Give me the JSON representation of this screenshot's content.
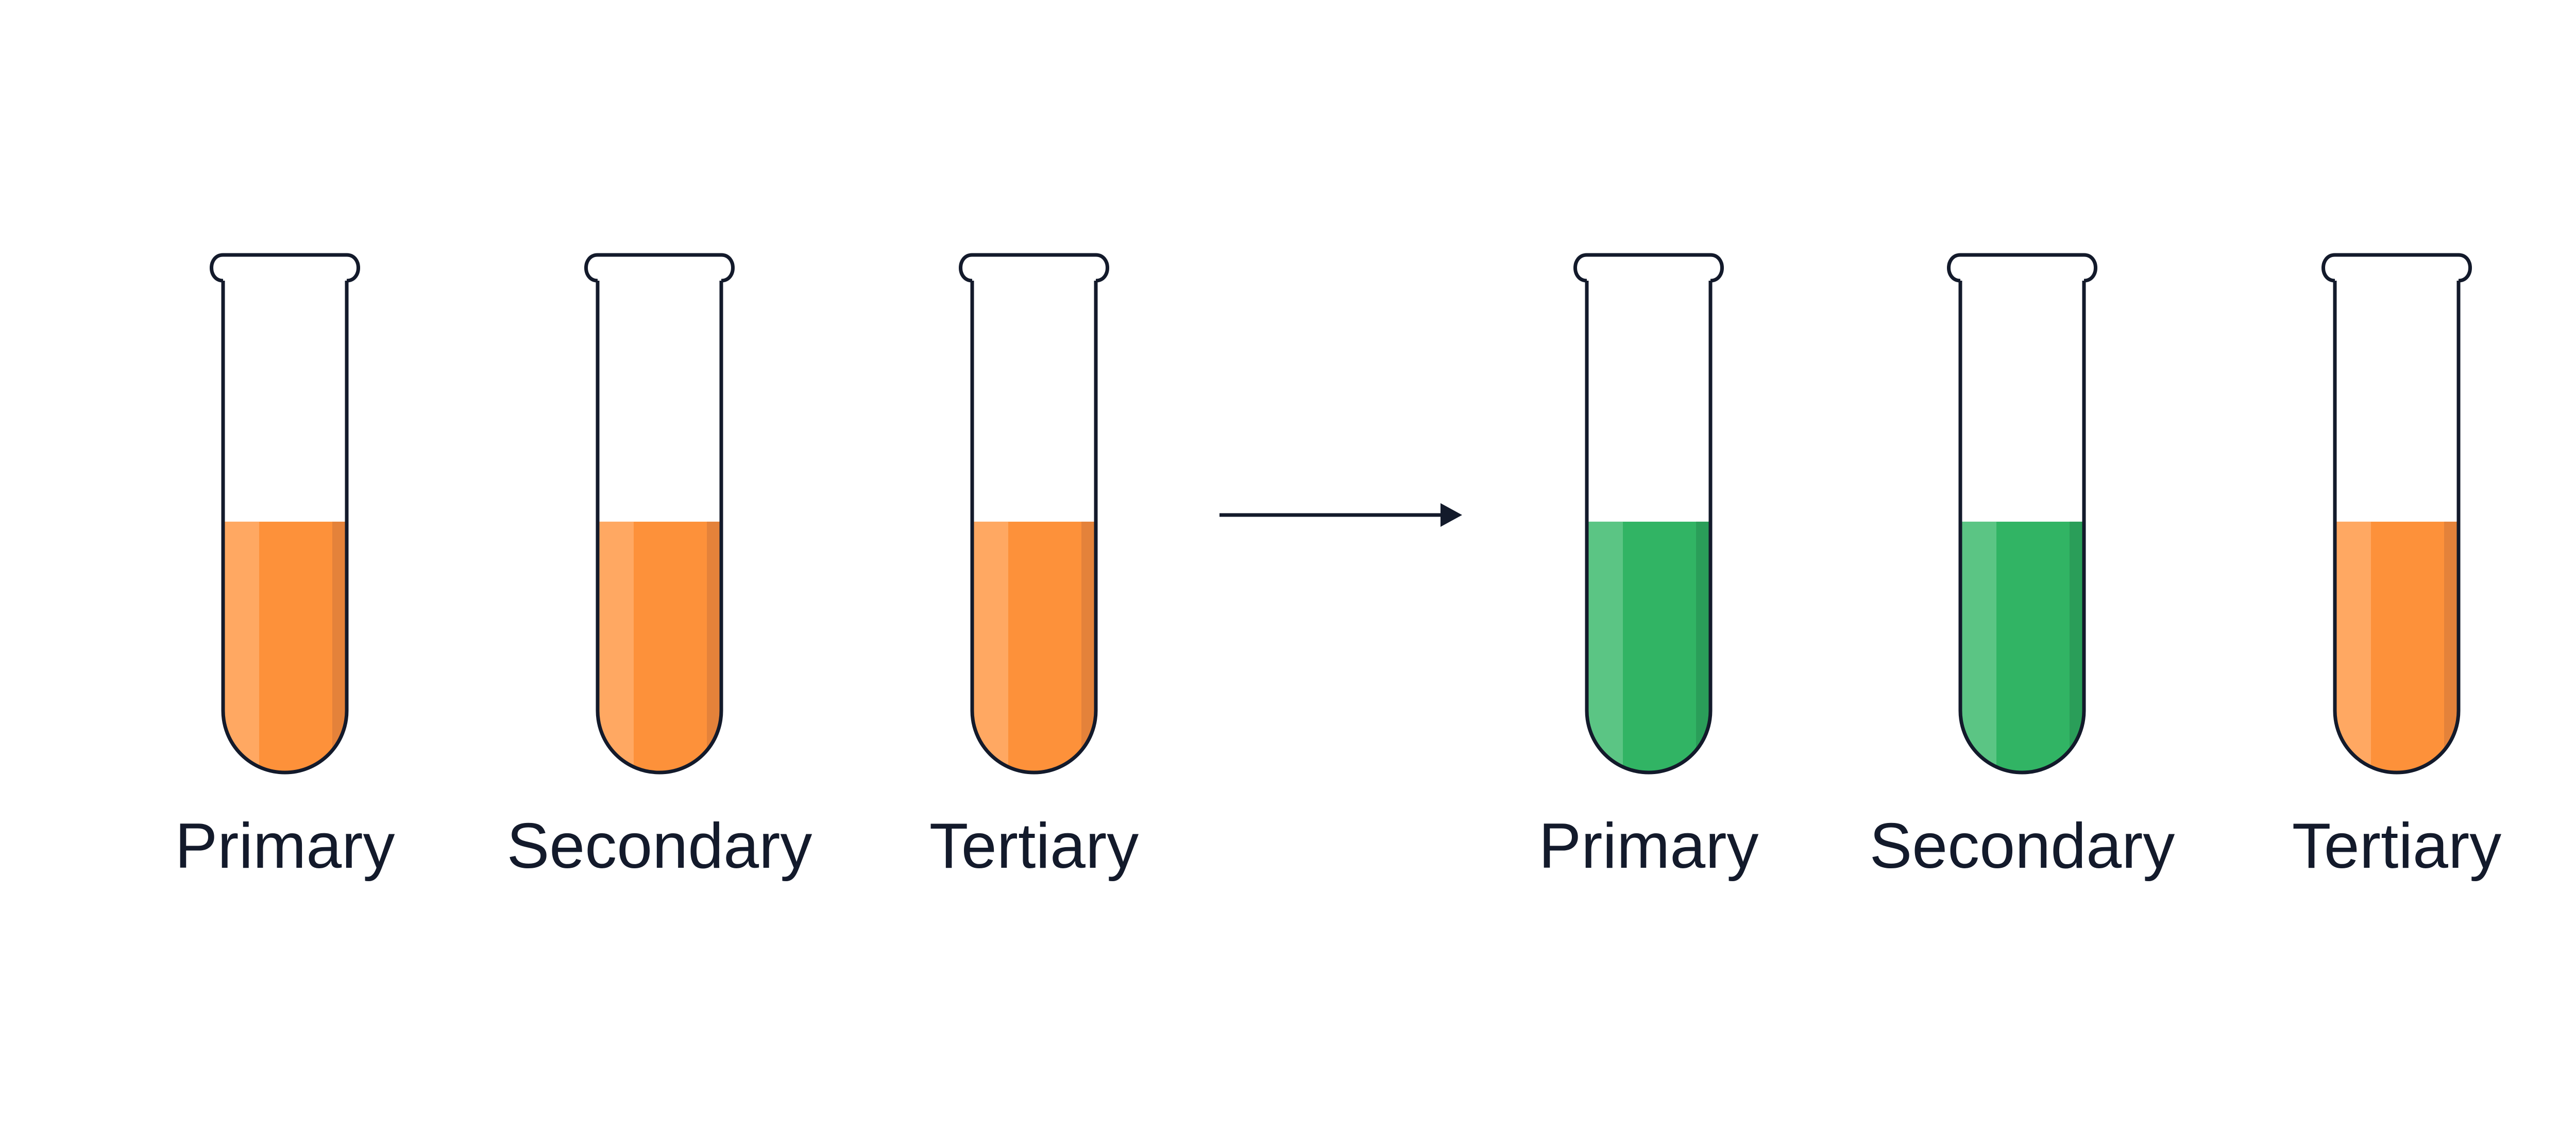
{
  "colors": {
    "outline": "#131a2b",
    "background": "#ffffff",
    "orange": {
      "base": "#fd913a",
      "light": "#ffa862",
      "dark": "#e4823a"
    },
    "green": {
      "base": "#31b464",
      "light": "#5bc584",
      "dark": "#2a9e59"
    }
  },
  "before": {
    "tubes": [
      {
        "label": "Primary",
        "liquid": "orange",
        "fill_level": 0.51
      },
      {
        "label": "Secondary",
        "liquid": "orange",
        "fill_level": 0.51
      },
      {
        "label": "Tertiary",
        "liquid": "orange",
        "fill_level": 0.51
      }
    ]
  },
  "arrow": {
    "icon": "right-arrow-icon"
  },
  "after": {
    "tubes": [
      {
        "label": "Primary",
        "liquid": "green",
        "fill_level": 0.51
      },
      {
        "label": "Secondary",
        "liquid": "green",
        "fill_level": 0.51
      },
      {
        "label": "Tertiary",
        "liquid": "orange",
        "fill_level": 0.51
      }
    ]
  }
}
